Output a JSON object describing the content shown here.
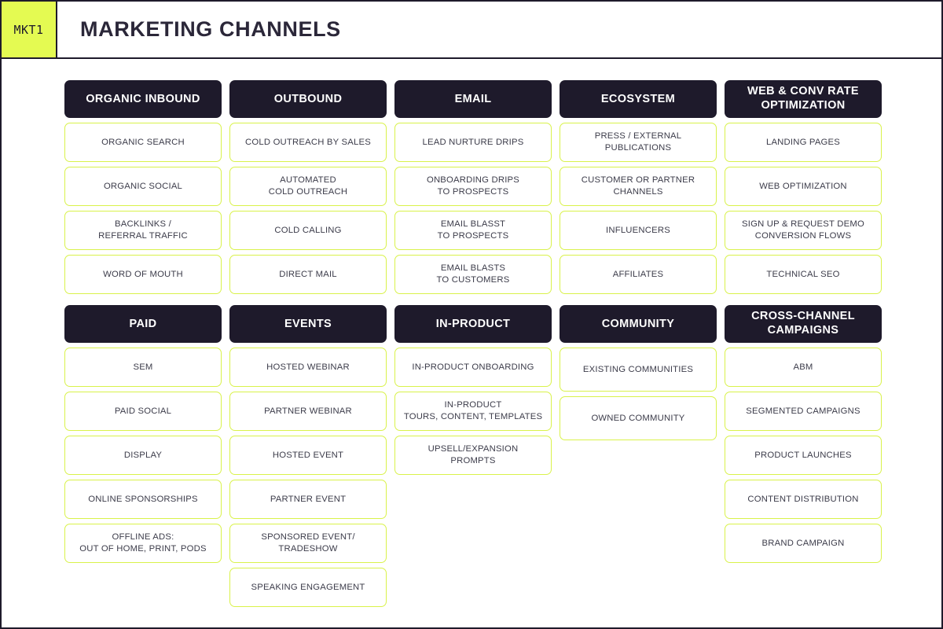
{
  "header": {
    "badge": "MKT1",
    "title": "MARKETING CHANNELS"
  },
  "theme": {
    "accent_yellow": "#e4fa52",
    "card_border": "#d9f24a",
    "header_dark": "#1e1a2b",
    "card_text": "#3c3c4a",
    "background": "#ffffff"
  },
  "rows": [
    {
      "columns": [
        {
          "title": "ORGANIC INBOUND",
          "items": [
            "ORGANIC SEARCH",
            "ORGANIC SOCIAL",
            "BACKLINKS /\nREFERRAL TRAFFIC",
            "WORD OF MOUTH"
          ]
        },
        {
          "title": "OUTBOUND",
          "items": [
            "COLD OUTREACH BY SALES",
            "AUTOMATED\nCOLD OUTREACH",
            "COLD CALLING",
            "DIRECT MAIL"
          ]
        },
        {
          "title": "EMAIL",
          "items": [
            "LEAD NURTURE DRIPS",
            "ONBOARDING DRIPS\nTO PROSPECTS",
            "EMAIL BLASST\nTO PROSPECTS",
            "EMAIL BLASTS\nTO CUSTOMERS"
          ]
        },
        {
          "title": "ECOSYSTEM",
          "items": [
            "PRESS / EXTERNAL\nPUBLICATIONS",
            "CUSTOMER OR PARTNER\nCHANNELS",
            "INFLUENCERS",
            "AFFILIATES"
          ]
        },
        {
          "title": "WEB & CONV RATE\nOPTIMIZATION",
          "items": [
            "LANDING PAGES",
            "WEB OPTIMIZATION",
            "SIGN UP & REQUEST DEMO\nCONVERSION FLOWS",
            "TECHNICAL SEO"
          ]
        }
      ]
    },
    {
      "columns": [
        {
          "title": "PAID",
          "items": [
            "SEM",
            "PAID SOCIAL",
            "DISPLAY",
            "ONLINE SPONSORSHIPS",
            "OFFLINE ADS:\nOUT OF HOME,  PRINT,  PODS"
          ]
        },
        {
          "title": "EVENTS",
          "items": [
            "HOSTED WEBINAR",
            "PARTNER WEBINAR",
            "HOSTED EVENT",
            "PARTNER EVENT",
            "SPONSORED EVENT/\nTRADESHOW",
            "SPEAKING ENGAGEMENT"
          ]
        },
        {
          "title": "IN-PRODUCT",
          "items": [
            "IN-PRODUCT ONBOARDING",
            "IN-PRODUCT\nTOURS, CONTENT, TEMPLATES",
            "UPSELL/EXPANSION\nPROMPTS"
          ]
        },
        {
          "title": "COMMUNITY",
          "items": [
            "EXISTING COMMUNITIES",
            "OWNED COMMUNITY"
          ],
          "tall_cards": true
        },
        {
          "title": "CROSS-CHANNEL\nCAMPAIGNS",
          "items": [
            "ABM",
            "SEGMENTED CAMPAIGNS",
            "PRODUCT LAUNCHES",
            "CONTENT DISTRIBUTION",
            "BRAND CAMPAIGN"
          ]
        }
      ]
    }
  ]
}
